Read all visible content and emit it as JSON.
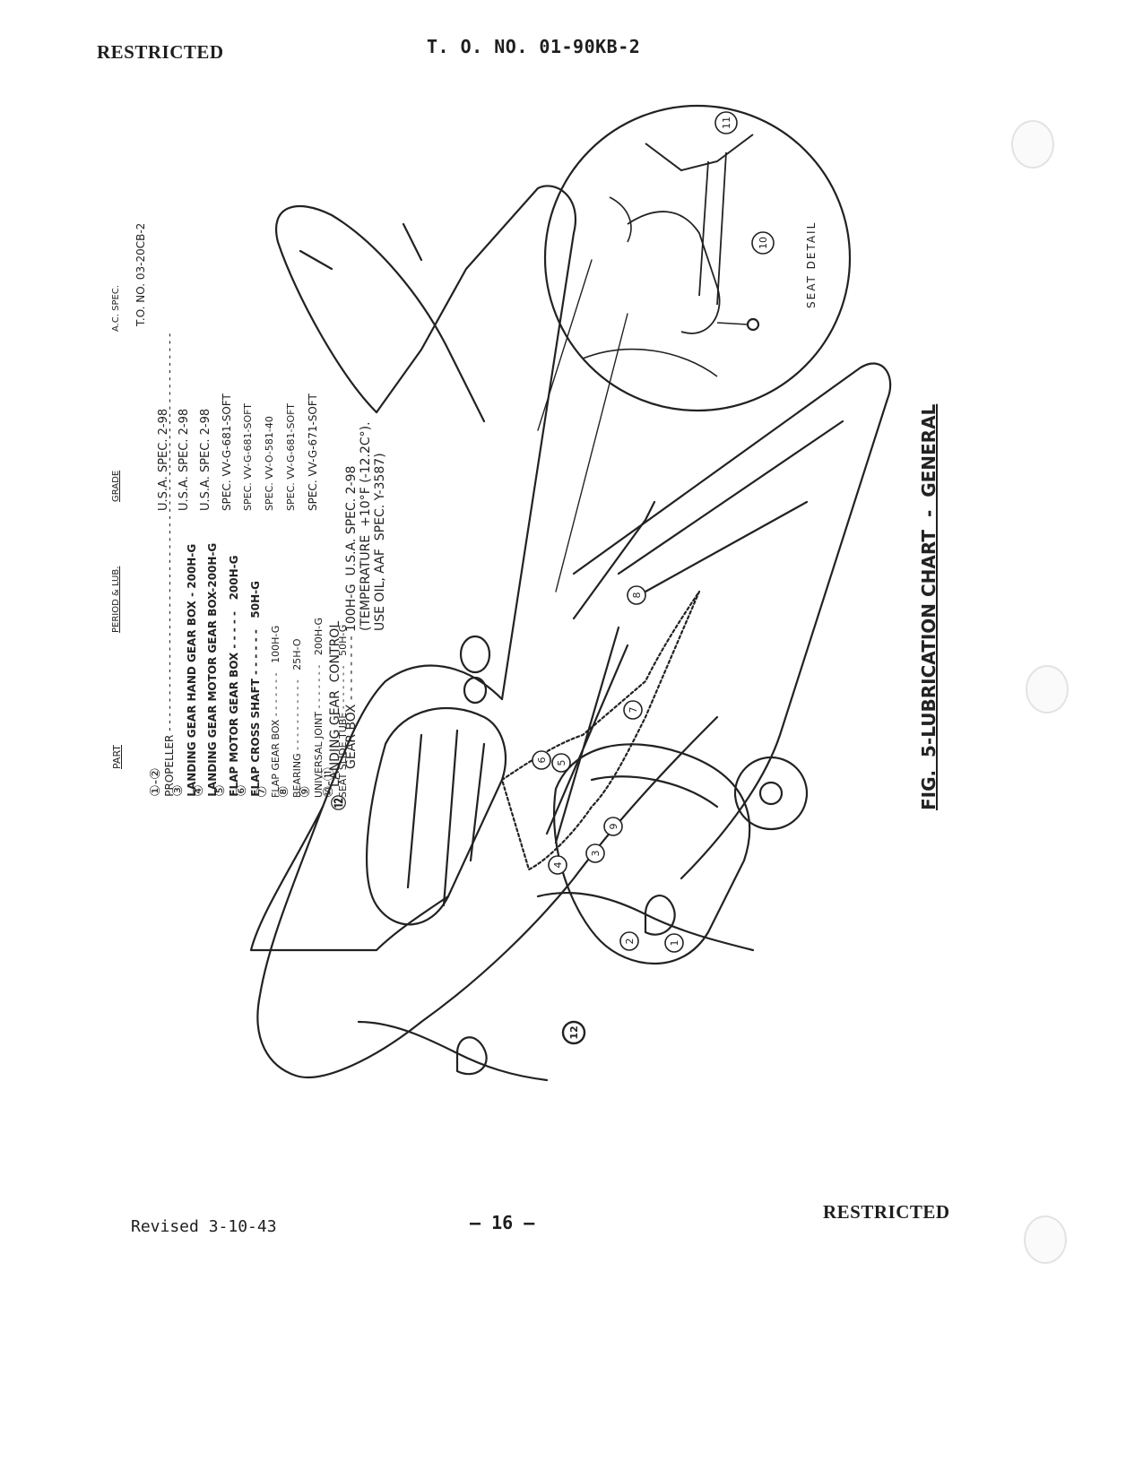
{
  "header": {
    "left": "RESTRICTED",
    "right": "T. O. NO.  01-90KB-2"
  },
  "footer": {
    "revised": "Revised 3-10-43",
    "page": "— 16 —",
    "right": "RESTRICTED"
  },
  "figure": {
    "caption": "FIG.  5-LUBRICATION CHART  -  GENERAL",
    "seat_detail_label": "SEAT DETAIL",
    "callouts": [
      "1",
      "2",
      "3",
      "4",
      "5",
      "6",
      "7",
      "8",
      "9",
      "10",
      "11",
      "12"
    ]
  },
  "table": {
    "headers": {
      "part": "PART",
      "period": "PERIOD & LUB.",
      "grade": "GRADE",
      "spec": "A.C. SPEC."
    },
    "rows": [
      {
        "num": "①-②",
        "part": "PROPELLER - - - - - - - - - - - - - - - - - - - - - - - - - - - - - - - - - - - - - - - - - - - - - - - - - - - - - - -",
        "spec": "T.O. NO. 03-20CB-2"
      },
      {
        "num": "③",
        "part": "LANDING GEAR HAND GEAR BOX - 200H-G",
        "grade": "U.S.A. SPEC. 2-98"
      },
      {
        "num": "④",
        "part": "LANDING GEAR MOTOR GEAR BOX-200H-G",
        "grade": "U.S.A. SPEC. 2-98"
      },
      {
        "num": "⑤",
        "part": "FLAP MOTOR GEAR BOX - - - - -   200H-G",
        "grade": "U.S.A. SPEC. 2-98"
      },
      {
        "num": "⑥",
        "part": "FLAP CROSS SHAFT - - - - - -   50H-G",
        "grade": "SPEC. VV-G-681-SOFT"
      },
      {
        "num": "⑦",
        "part": "FLAP GEAR BOX - - - - - - -   100H-G",
        "grade": "SPEC. VV-G-681-SOFT"
      },
      {
        "num": "⑧",
        "part": "BEARING - - - - - - - - - - -   25H-O",
        "grade": "SPEC. VV-O-581-40"
      },
      {
        "num": "⑨",
        "part": "UNIVERSAL JOINT - - - - - - -   200H-G",
        "grade": "SPEC. VV-G-681-SOFT"
      },
      {
        "num": "⑩-⑪",
        "part": "SEAT SLIDE TUBE - - - - - - -   50H-G",
        "grade": "SPEC. VV-G-671-SOFT"
      }
    ],
    "row12": {
      "num": "⑫",
      "line1": "LANDING GEAR  CONTROL",
      "line2": "GEAR BOX - - - - - - - - 100H-G  U.S.A. SPEC. 2-98",
      "line3": "(TEMPERATURE  +10°F (-12.2C°).",
      "line4": "USE OIL, AAF  SPEC. Y-3587)"
    }
  }
}
